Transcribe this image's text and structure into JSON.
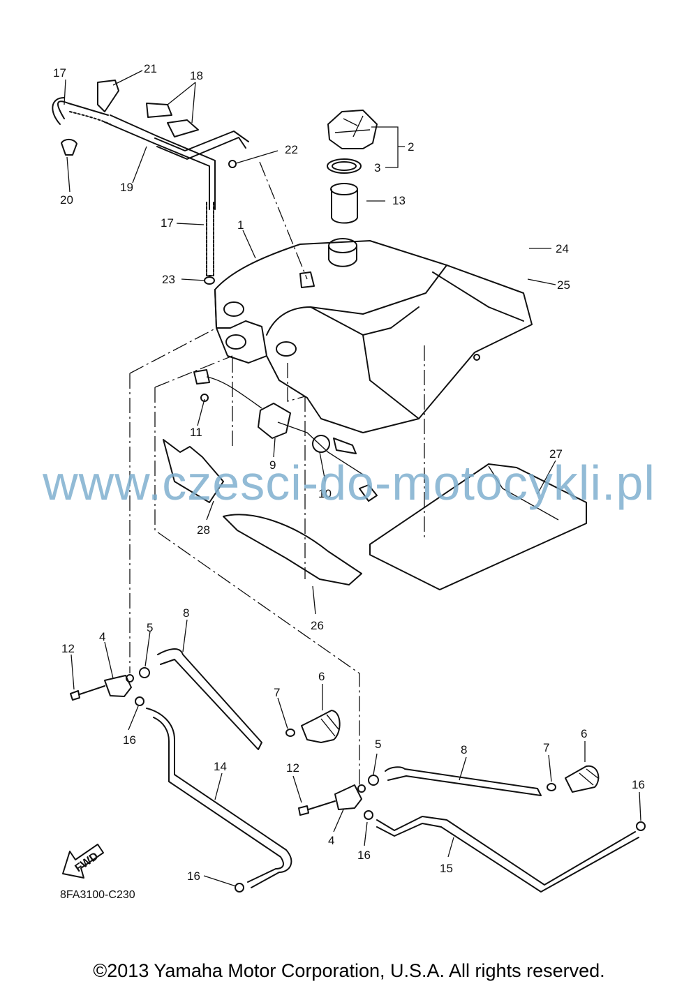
{
  "diagram": {
    "code": "8FA3100-C230",
    "fwd_label": "FWD",
    "callouts": {
      "c1": "1",
      "c2": "2",
      "c3": "3",
      "c4a": "4",
      "c4b": "4",
      "c5a": "5",
      "c5b": "5",
      "c6a": "6",
      "c6b": "6",
      "c7a": "7",
      "c7b": "7",
      "c8a": "8",
      "c8b": "8",
      "c9": "9",
      "c10": "10",
      "c11": "11",
      "c12a": "12",
      "c12b": "12",
      "c13": "13",
      "c14": "14",
      "c15": "15",
      "c16a": "16",
      "c16b": "16",
      "c16c": "16",
      "c16d": "16",
      "c17a": "17",
      "c17b": "17",
      "c18": "18",
      "c19": "19",
      "c20": "20",
      "c21": "21",
      "c22": "22",
      "c23": "23",
      "c24": "24",
      "c25": "25",
      "c26": "26",
      "c27": "27",
      "c28": "28"
    }
  },
  "watermark": "www.czesci-do-motocykli.pl",
  "copyright": "©2013 Yamaha Motor Corporation, U.S.A. All rights reserved."
}
